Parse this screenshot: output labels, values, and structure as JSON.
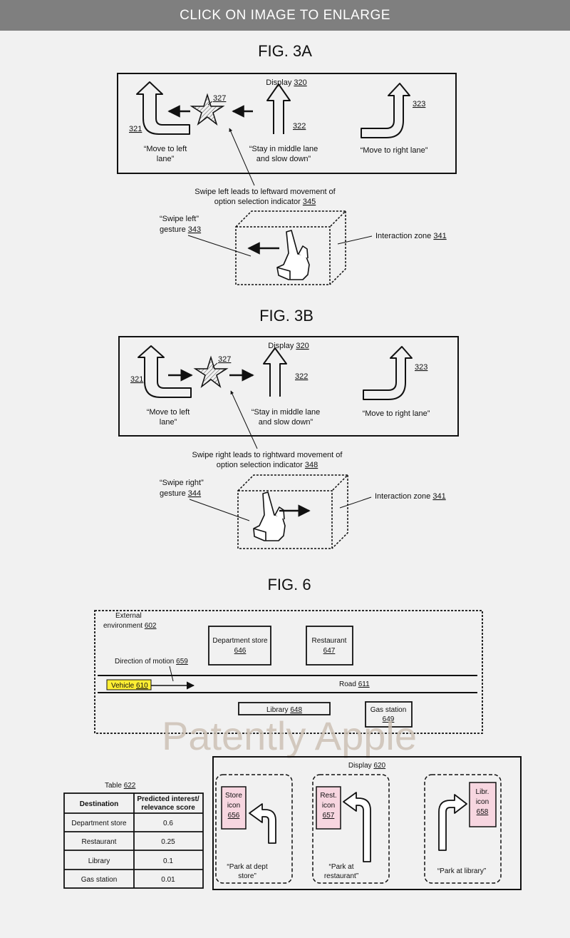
{
  "banner": "CLICK ON IMAGE TO ENLARGE",
  "fig3a": {
    "title": "FIG. 3A",
    "display_label": "Display ",
    "display_num": "320",
    "arrow_left_num": "321",
    "arrow_mid_num": "322",
    "arrow_right_num": "323",
    "star_num": "327",
    "left_caption_1": "“Move to left",
    "left_caption_2": "lane”",
    "mid_caption_1": "“Stay in middle lane",
    "mid_caption_2": "and slow down”",
    "right_caption": "“Move to right lane”",
    "swipe_note_1": "Swipe left leads to  leftward movement of",
    "swipe_note_2": "option selection indicator ",
    "swipe_note_num": "345",
    "gesture_1": "“Swipe left”",
    "gesture_2": "gesture ",
    "gesture_num": "343",
    "zone_label": "Interaction zone ",
    "zone_num": "341"
  },
  "fig3b": {
    "title": "FIG. 3B",
    "display_label": "Display ",
    "display_num": "320",
    "arrow_left_num": "321",
    "arrow_mid_num": "322",
    "arrow_right_num": "323",
    "star_num": "327",
    "left_caption_1": "“Move to left",
    "left_caption_2": "lane”",
    "mid_caption_1": "“Stay in middle lane",
    "mid_caption_2": "and slow down”",
    "right_caption": "“Move to right lane”",
    "swipe_note_1": "Swipe right leads to rightward movement of",
    "swipe_note_2": "option selection indicator ",
    "swipe_note_num": "348",
    "gesture_1": "“Swipe right”",
    "gesture_2": "gesture ",
    "gesture_num": "344",
    "zone_label": "Interaction zone ",
    "zone_num": "341"
  },
  "fig6": {
    "title": "FIG. 6",
    "env_1": "External",
    "env_2": "environment ",
    "env_num": "602",
    "dept_store": "Department store",
    "dept_num": "646",
    "restaurant": "Restaurant",
    "rest_num": "647",
    "direction": "Direction of motion ",
    "direction_num": "659",
    "vehicle": "Vehicle ",
    "vehicle_num": "610",
    "road": "Road ",
    "road_num": "611",
    "library": "Library ",
    "library_num": "648",
    "gas_station": "Gas station",
    "gas_num": "649",
    "watermark": "Patently Apple",
    "table_label": "Table ",
    "table_num": "622",
    "table_headers": [
      "Destination",
      "Predicted interest/",
      "relevance score"
    ],
    "table_rows": [
      {
        "dest": "Department store",
        "score": "0.6"
      },
      {
        "dest": "Restaurant",
        "score": "0.25"
      },
      {
        "dest": "Library",
        "score": "0.1"
      },
      {
        "dest": "Gas station",
        "score": "0.01"
      }
    ],
    "display_label": "Display ",
    "display_num": "620",
    "icon1_1": "Store",
    "icon1_2": "icon",
    "icon1_num": "656",
    "icon2_1": "Rest.",
    "icon2_2": "icon",
    "icon2_num": "657",
    "icon3_1": "Libr.",
    "icon3_2": "icon",
    "icon3_num": "658",
    "opt1_1": "“Park at dept",
    "opt1_2": "store”",
    "opt2_1": "“Park at",
    "opt2_2": "restaurant”",
    "opt3": "“Park at library”"
  },
  "colors": {
    "banner_bg": "#7f7f7f",
    "vehicle_fill": "#ffee33",
    "icon_fill": "#f7d6e0"
  }
}
